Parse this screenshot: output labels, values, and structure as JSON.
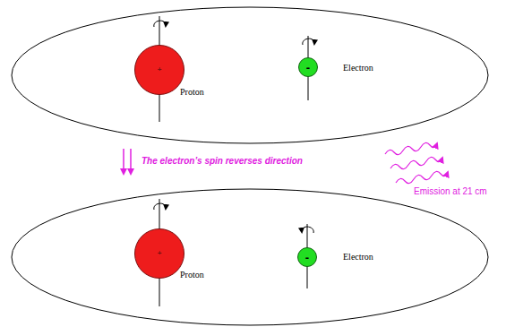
{
  "diagram": {
    "nodes": [
      {
        "text": [
          "+"
        ]
      },
      {
        "text": [
          "-"
        ]
      },
      {
        "text": [
          "+"
        ]
      },
      {
        "text": [
          "-"
        ]
      }
    ],
    "labels": [
      "Proton",
      "Electron",
      "The electron’s spin reverses direction",
      "Emission at 21 cm",
      "Proton",
      "Electron"
    ]
  }
}
